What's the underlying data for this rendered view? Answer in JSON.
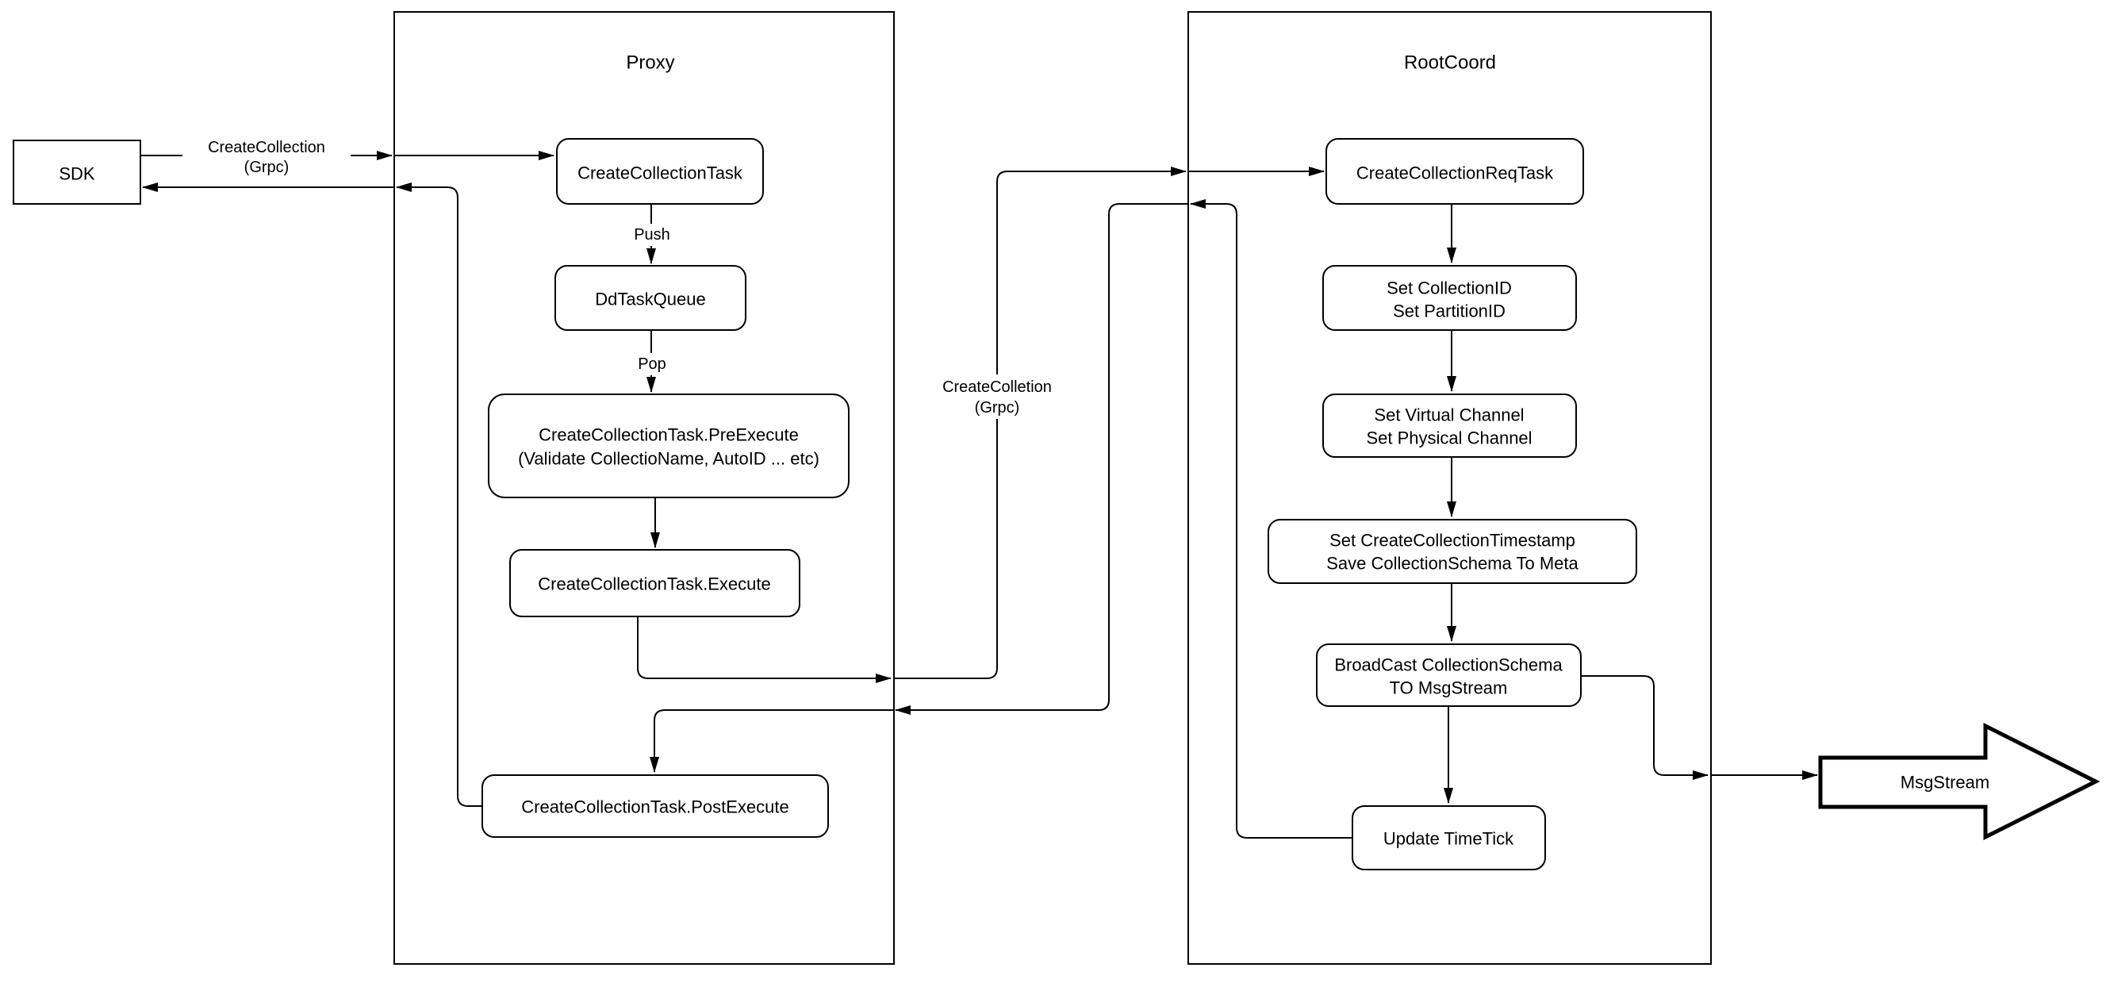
{
  "diagram": {
    "sdk": {
      "label": "SDK"
    },
    "proxy": {
      "title": "Proxy",
      "nodes": {
        "create_collection_task": "CreateCollectionTask",
        "dd_task_queue": "DdTaskQueue",
        "pre_execute_line1": "CreateCollectionTask.PreExecute",
        "pre_execute_line2": "(Validate CollectioName, AutoID ... etc)",
        "execute": "CreateCollectionTask.Execute",
        "post_execute": "CreateCollectionTask.PostExecute"
      },
      "edge_labels": {
        "push": "Push",
        "pop": "Pop"
      }
    },
    "rootcoord": {
      "title": "RootCoord",
      "nodes": {
        "req_task": "CreateCollectionReqTask",
        "set_ids_line1": "Set CollectionID",
        "set_ids_line2": "Set PartitionID",
        "set_channels_line1": "Set Virtual Channel",
        "set_channels_line2": "Set Physical Channel",
        "set_timestamp_line1": "Set CreateCollectionTimestamp",
        "set_timestamp_line2": "Save CollectionSchema To Meta",
        "broadcast_line1": "BroadCast CollectionSchema",
        "broadcast_line2": "TO MsgStream",
        "update_timetick": "Update TimeTick"
      }
    },
    "edge_labels": {
      "sdk_to_proxy_line1": "CreateCollection",
      "sdk_to_proxy_line2": "(Grpc)",
      "proxy_to_rootcoord_line1": "CreateColletion",
      "proxy_to_rootcoord_line2": "(Grpc)"
    },
    "msgstream": {
      "label": "MsgStream"
    },
    "colors": {
      "stroke": "#000000",
      "background": "#ffffff"
    }
  }
}
